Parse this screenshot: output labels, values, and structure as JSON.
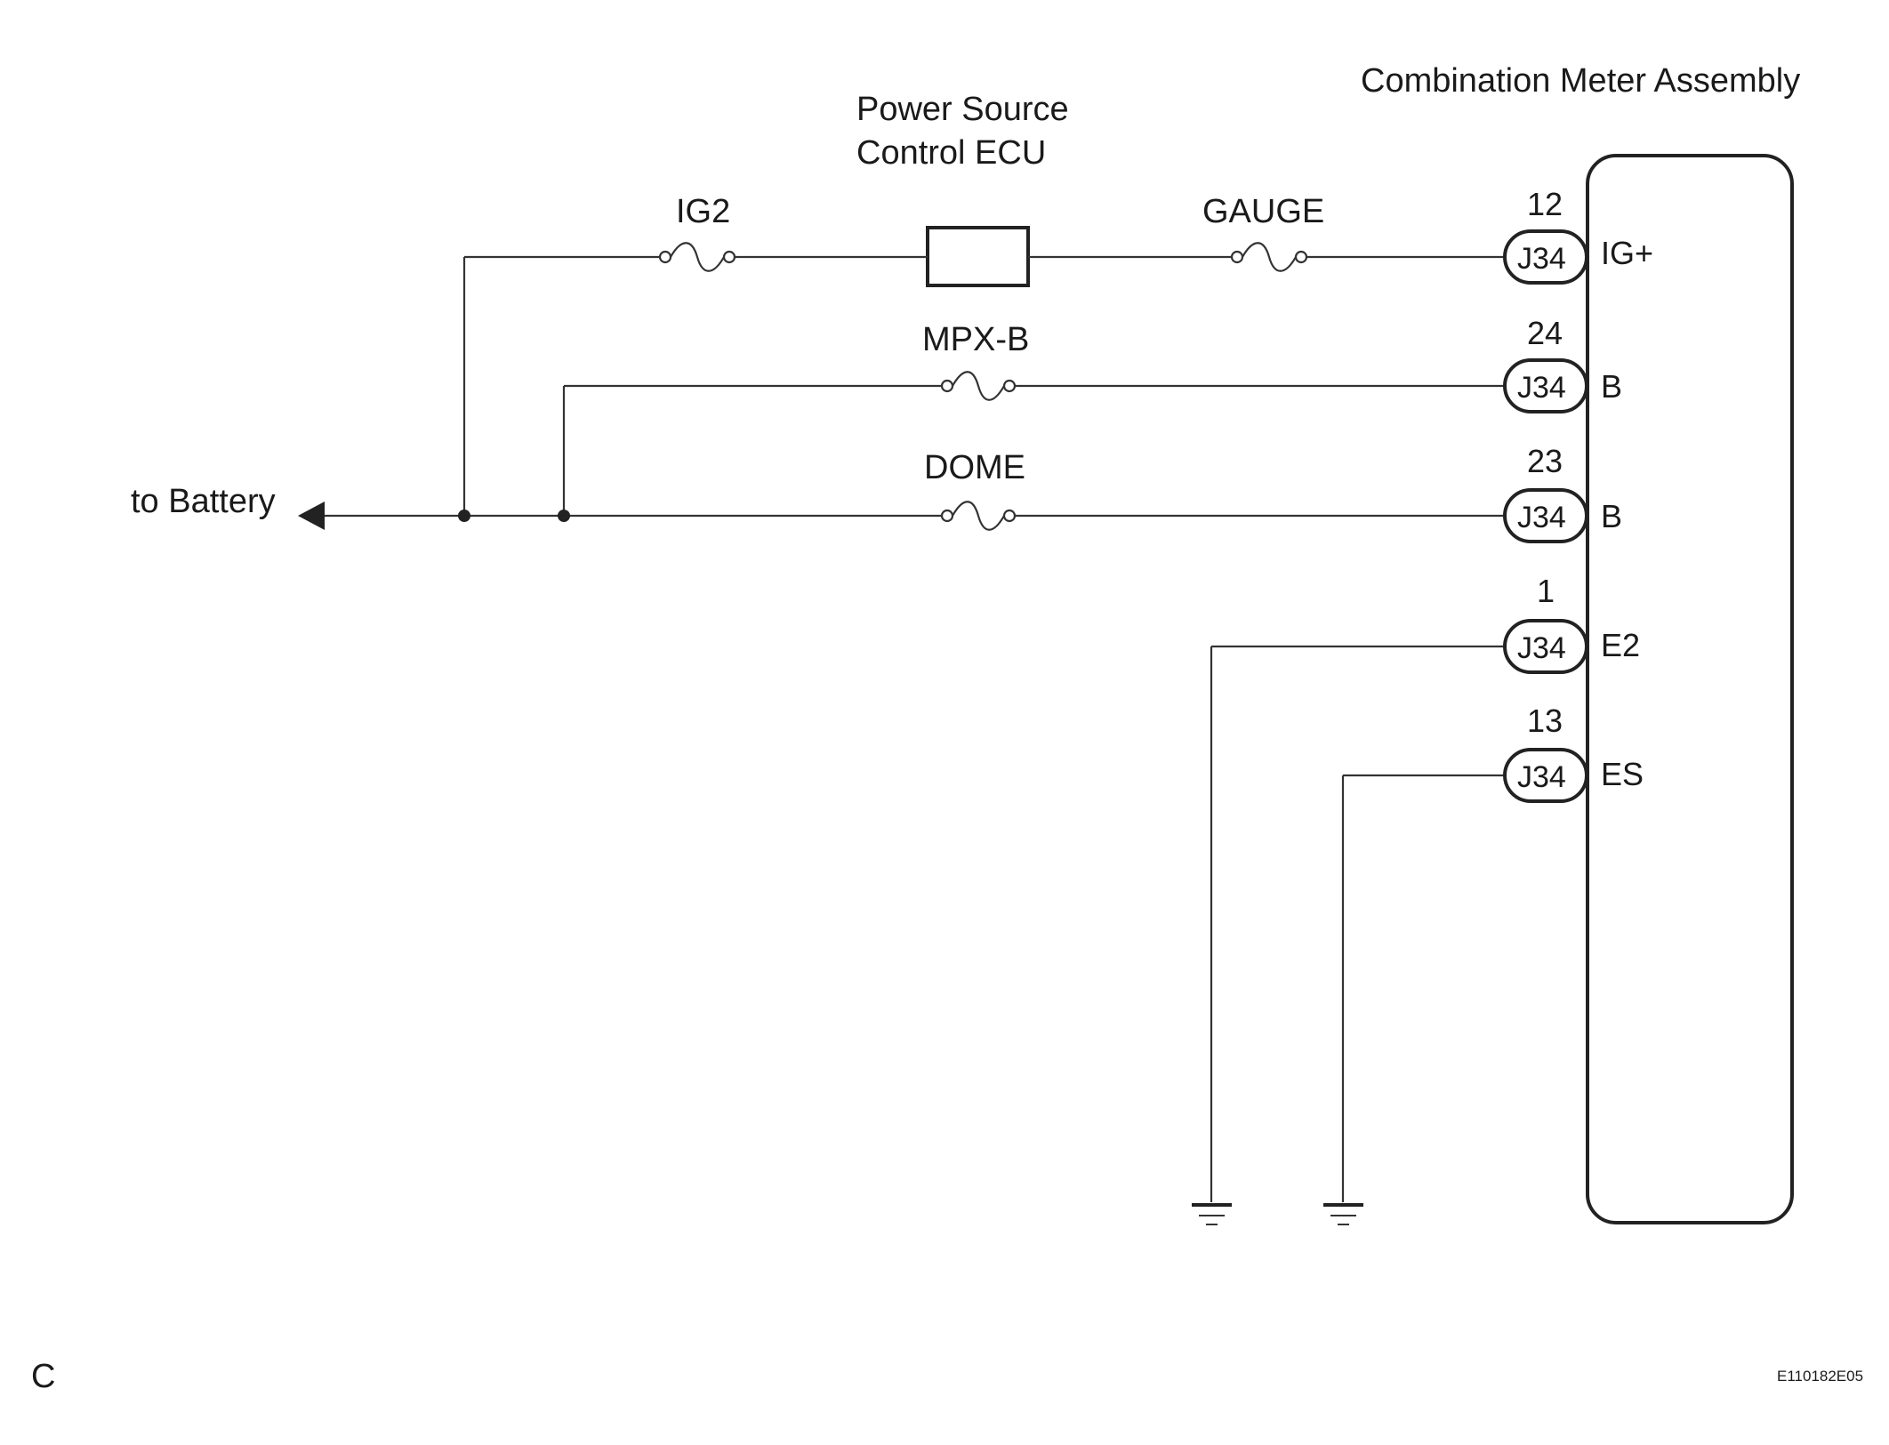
{
  "diagram": {
    "to_battery": "to Battery",
    "ecu": {
      "line1": "Power Source",
      "line2": "Control ECU"
    },
    "meter": {
      "title": "Combination Meter Assembly"
    },
    "fuses": {
      "ig2": "IG2",
      "gauge": "GAUGE",
      "mpxb": "MPX-B",
      "dome": "DOME"
    },
    "connectors": [
      {
        "code": "J34",
        "pin": "12",
        "terminal": "IG+"
      },
      {
        "code": "J34",
        "pin": "24",
        "terminal": "B"
      },
      {
        "code": "J34",
        "pin": "23",
        "terminal": "B"
      },
      {
        "code": "J34",
        "pin": "1",
        "terminal": "E2"
      },
      {
        "code": "J34",
        "pin": "13",
        "terminal": "ES"
      }
    ],
    "corner_letter": "C",
    "figure_id": "E110182E05"
  }
}
